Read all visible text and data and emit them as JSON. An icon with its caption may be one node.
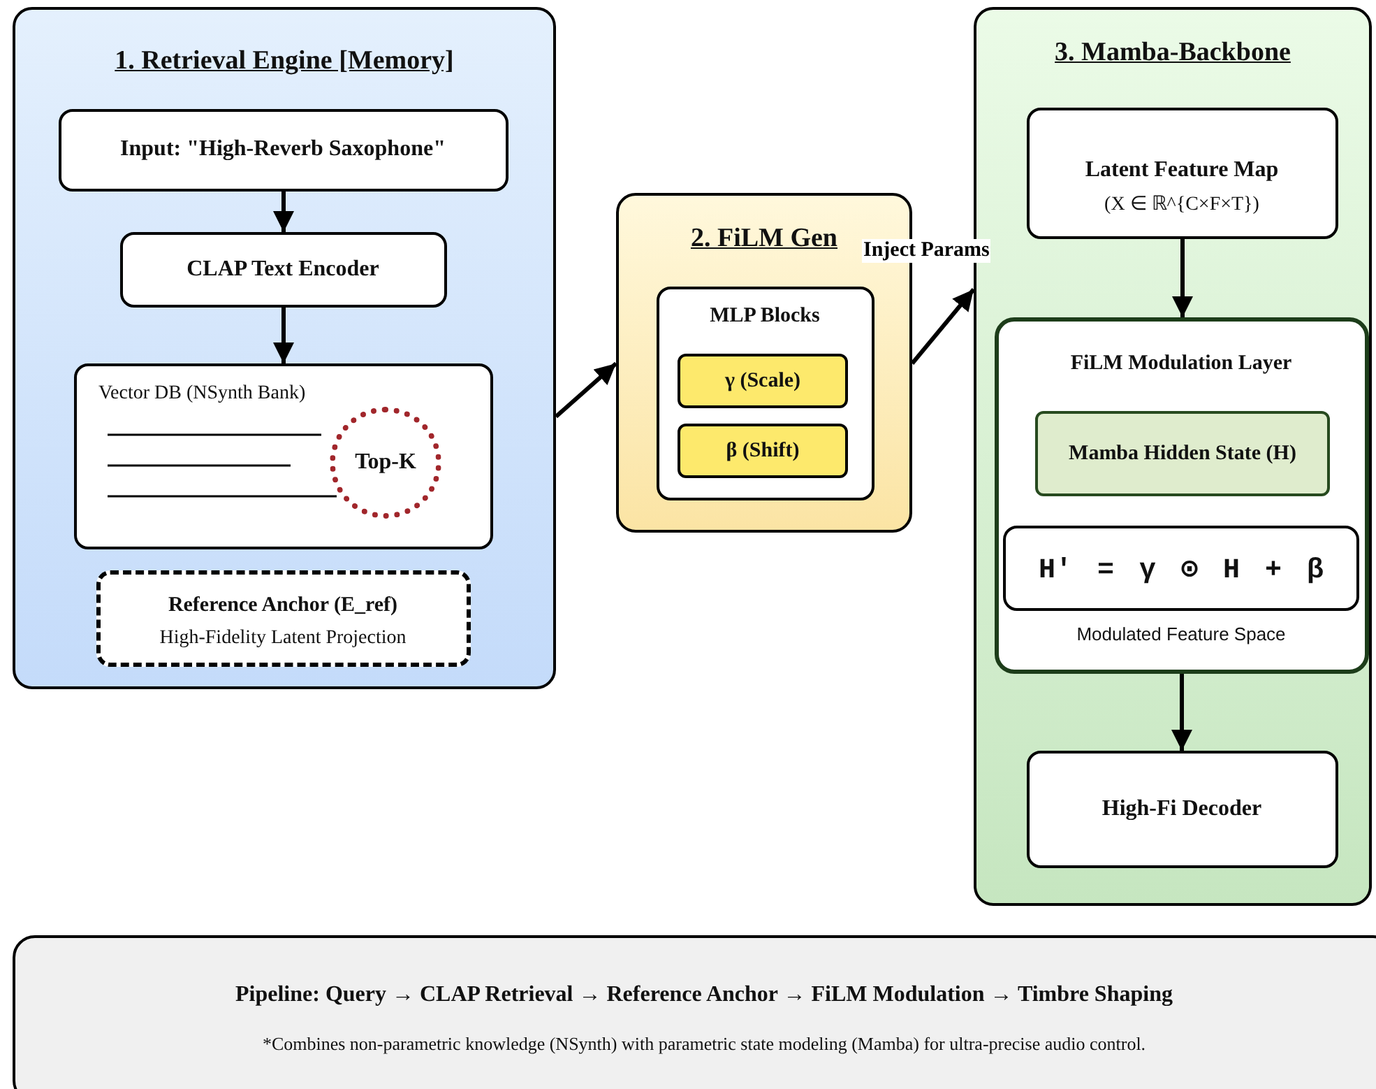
{
  "diagram": {
    "nodes": [
      {
        "text": [
          "1. Retrieval Engine [Memory]"
        ]
      },
      {
        "text": [
          "Input: \"High-Reverb Saxophone\""
        ],
        "in": 0
      },
      {
        "text": [
          "CLAP Text Encoder"
        ],
        "in": 0
      },
      {
        "text": [
          "Vector DB (NSynth Bank)"
        ],
        "in": 0
      },
      {
        "text": [
          "Top-K"
        ],
        "in": 3
      },
      {
        "text": [
          "Reference Anchor (E_ref)",
          "High-Fidelity Latent Projection"
        ],
        "in": 0
      },
      {
        "text": [
          "2. FiLM Gen"
        ]
      },
      {
        "text": [
          "MLP Blocks"
        ],
        "in": 6
      },
      {
        "text": [
          "γ (Scale)"
        ],
        "in": 7
      },
      {
        "text": [
          "β (Shift)"
        ],
        "in": 7
      },
      {
        "text": [
          "3. Mamba-Backbone"
        ]
      },
      {
        "text": [
          "Latent Feature Map",
          "(X ∈ ℝ^{C×F×T})"
        ],
        "in": 10
      },
      {
        "text": [
          "FiLM Modulation Layer",
          "Modulated Feature Space"
        ],
        "in": 10
      },
      {
        "text": [
          "Mamba Hidden State (H)"
        ],
        "in": 12
      },
      {
        "text": [
          "H' = γ ⊙ H + β"
        ],
        "in": 12
      },
      {
        "text": [
          "High-Fi Decoder"
        ],
        "in": 10
      },
      {
        "text": [
          "Pipeline: Query → CLAP Retrieval → Reference Anchor → FiLM Modulation → Timbre Shaping",
          "*Combines non-parametric knowledge (NSynth) with parametric state modeling (Mamba) for ultra-precise audio control."
        ]
      }
    ],
    "edges": [
      {
        "from": 1,
        "to": 2,
        "arrow": "to"
      },
      {
        "from": 2,
        "to": 3,
        "arrow": "to"
      },
      {
        "from": 0,
        "to": 6,
        "arrow": "to"
      },
      {
        "from": 6,
        "to": 10,
        "arrow": "to",
        "label": "Inject Params"
      },
      {
        "from": 11,
        "to": 12,
        "arrow": "to"
      },
      {
        "from": 12,
        "to": 15,
        "arrow": "to"
      }
    ]
  }
}
